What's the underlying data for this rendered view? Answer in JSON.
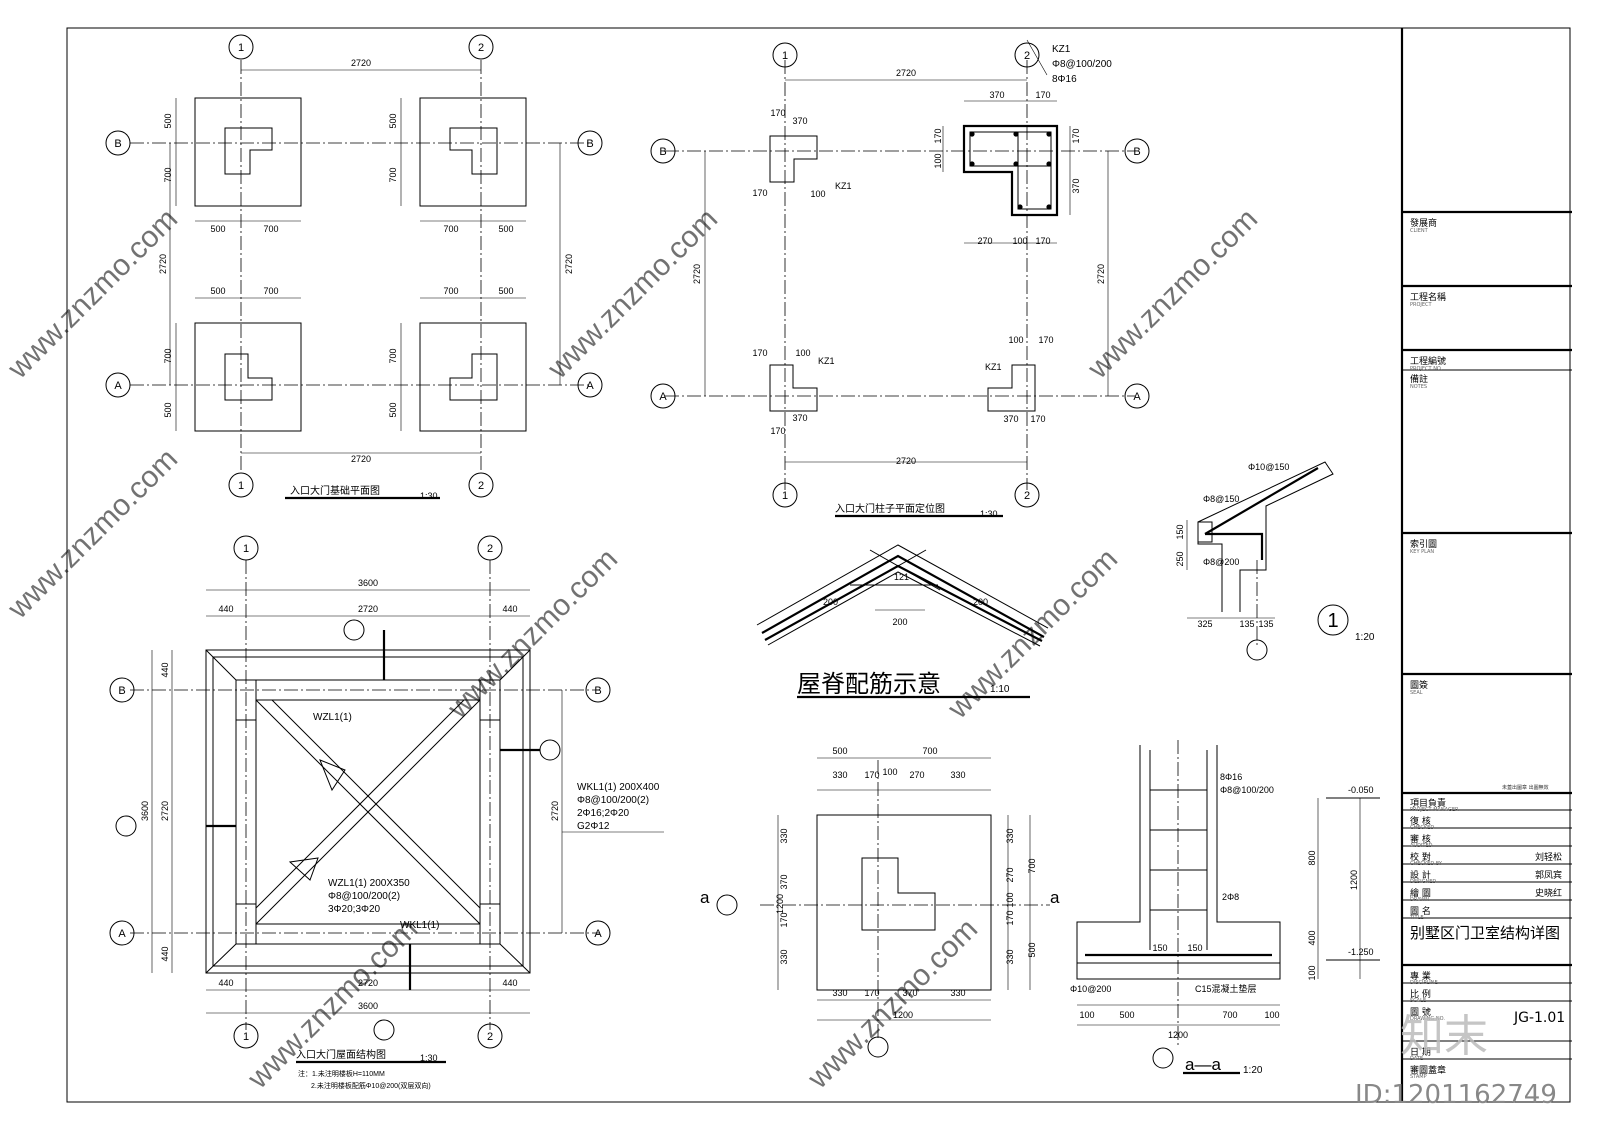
{
  "sheet_labels": {
    "plan_foundation": "入口大门基础平面图",
    "plan_foundation_scale": "1:30",
    "plan_columns": "入口大门柱子平面定位图",
    "plan_columns_scale": "1:30",
    "plan_roof": "入口大门屋面结构图",
    "plan_roof_scale": "1:30",
    "ridge": "屋脊配筋示意",
    "ridge_scale": "1:10",
    "detail1_scale": "1:20",
    "section_aa": "a—a",
    "section_aa_scale": "1:20"
  },
  "axes": {
    "a1": "1",
    "a2": "2",
    "aA": "A",
    "aB": "B",
    "aa": "a"
  },
  "dims": {
    "d2720": "2720",
    "d500": "500",
    "d700": "700",
    "d3600": "3600",
    "d440": "440",
    "d370": "370",
    "d170": "170",
    "d100": "100",
    "d270": "270",
    "d330": "330",
    "d1200": "1200",
    "d200": "200",
    "d121": "121",
    "d150": "150",
    "d250": "250",
    "d325": "325",
    "d135": "135",
    "d800": "800",
    "d400": "400"
  },
  "annotations": {
    "kz1": "KZ1",
    "kz1_stir": "Φ8@100/200",
    "kz1_main": "8Φ16",
    "wzl": "WZL1(1)",
    "wzl_full": "WZL1(1) 200X350",
    "wzl_stir": "Φ8@100/200(2)",
    "wzl_main": "3Φ20;3Φ20",
    "wkl": "WKL1(1)",
    "wkl_full": "WKL1(1) 200X400",
    "wkl_stir": "Φ8@100/200(2)",
    "wkl_main": "2Φ16;2Φ20",
    "wkl_g": "G2Φ12",
    "note1": "注：1.未注明楼板H=110MM",
    "note2": "2.未注明楼板配筋Φ10@200(双层双向)",
    "r_a": "Φ10@150",
    "r_b": "Φ8@150",
    "r_c": "Φ8@200",
    "col_main": "8Φ16",
    "col_stir": "Φ8@100/200",
    "pad_r": "2Φ8",
    "pad_mesh": "Φ10@200",
    "c15": "C15混凝土垫层",
    "lvl_top": "-0.050",
    "lvl_bot": "-1.250"
  },
  "detail_no": "1",
  "titleblock": {
    "client": "發展商",
    "client_en": "CLIENT",
    "project": "工程名稱",
    "project_en": "PROJECT",
    "project_no": "工程編號",
    "project_no_en": "PROJECT NO.",
    "remarks": "備註",
    "remarks_en": "NOTES",
    "key_plan": "索引圖",
    "key_plan_en": "KEY PLAN",
    "seal": "圖簽",
    "seal_en": "SEAL",
    "small_note": "未蓋出圖章 出圖無效",
    "pm": "項目負責",
    "pm_en": "PROJECT MANAGER",
    "check": "復 核",
    "check_en": "CHECKED",
    "audit": "審 核",
    "audit_en": "AUDITED",
    "proof": "校 對",
    "proof_en": "CHECKED BY",
    "proof_val": "刘轻松",
    "design": "設 計",
    "design_en": "DESIGNED",
    "design_val": "郭凤宾",
    "draw": "繪 圖",
    "draw_en": "DRAWN",
    "draw_val": "史晓红",
    "title": "圖 名",
    "title_en": "TITLE",
    "title_val": "别墅区门卫室结构详图",
    "major": "專 業",
    "major_en": "DISCIPLINE",
    "scale": "比 例",
    "scale_en": "SCALE",
    "sheet_no": "圖 號",
    "sheet_no_en": "DRAWING NO.",
    "sheet_no_val": "JG-1.01",
    "date": "日 期",
    "date_en": "DATE",
    "stamp": "審圖蓋章",
    "stamp_en": "STAMP"
  },
  "watermark": {
    "logo": "知末",
    "id": "ID:1201162749",
    "site": "www.znzmo.com"
  }
}
